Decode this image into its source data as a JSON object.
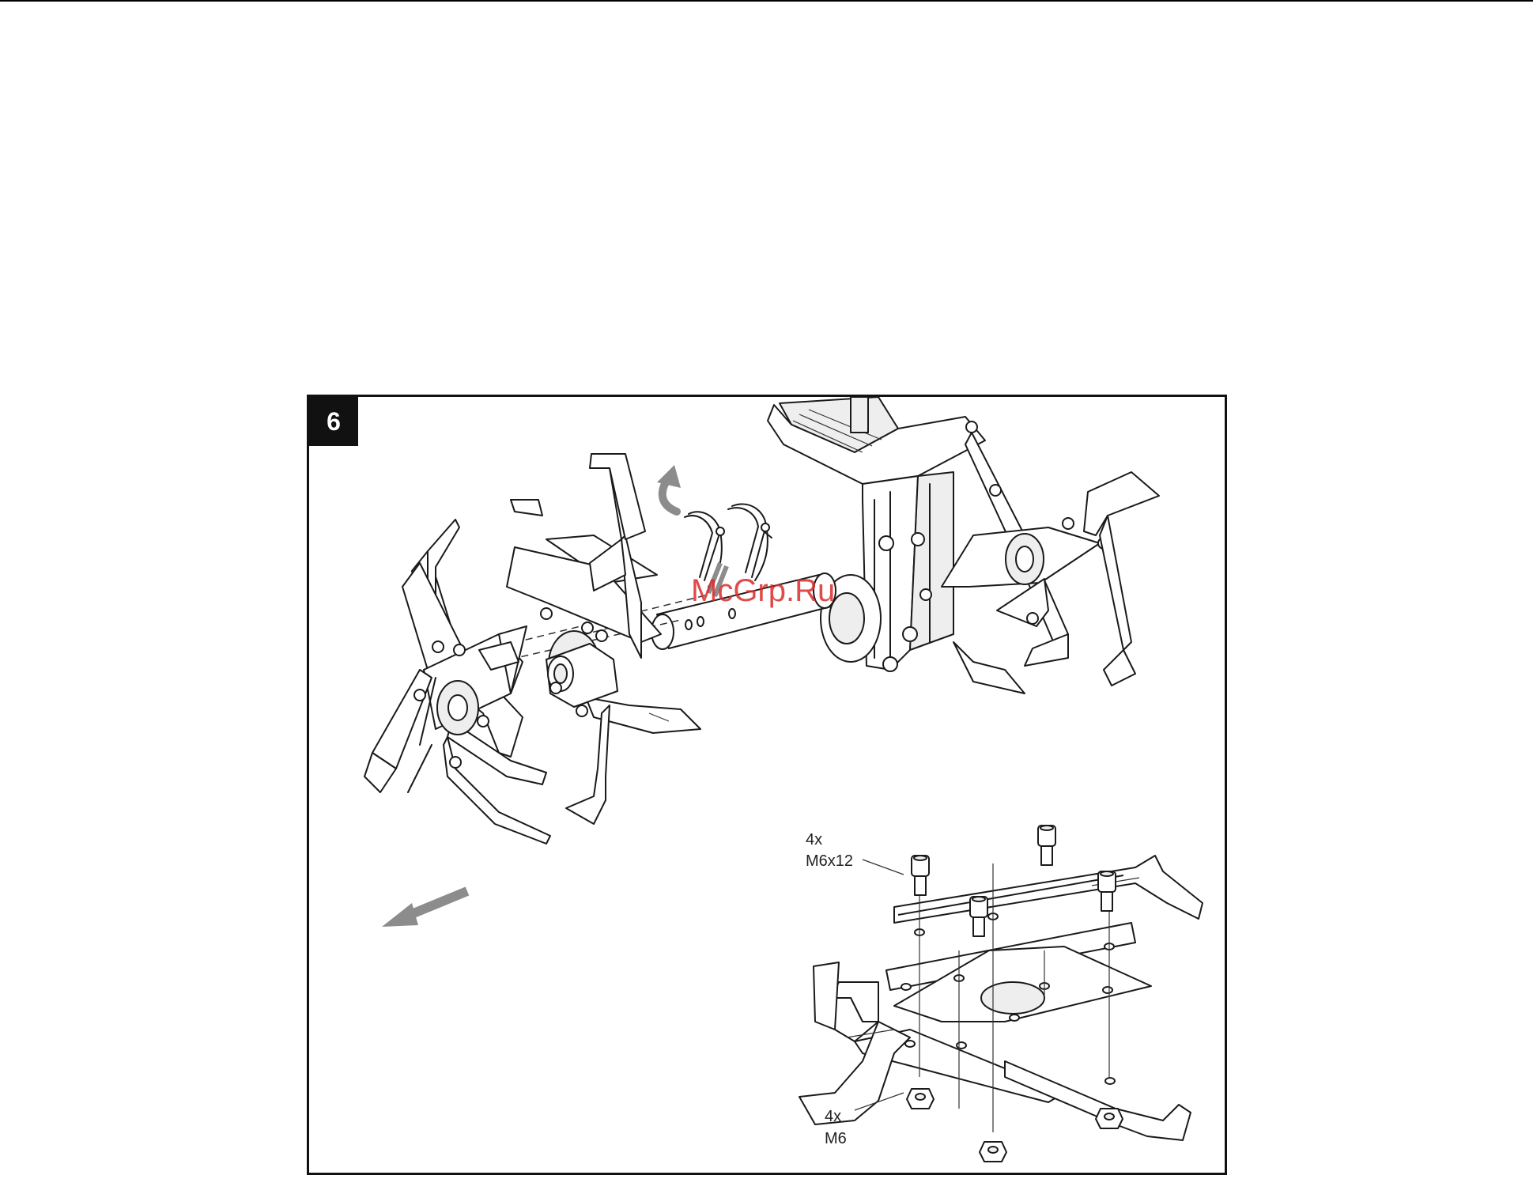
{
  "figure": {
    "step_number": "6",
    "watermark": "McGrp.Ru",
    "labels": {
      "screws": {
        "count": "4x",
        "spec": "M6x12"
      },
      "nuts": {
        "count": "4x",
        "spec": "M6"
      }
    },
    "arrow_color": "#8c8c8c",
    "badge_color": "#111111",
    "watermark_color": "#d92b2b"
  }
}
